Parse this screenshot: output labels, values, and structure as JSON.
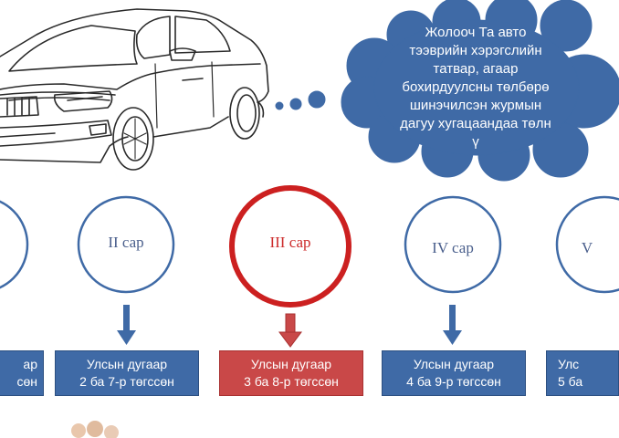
{
  "cloud": {
    "lines": [
      "Жолооч Та авто",
      "тээврийн хэрэгслийн",
      "татвар, агаар",
      "бохирдуулсны төлбөрө",
      "шинэчилсэн журмын",
      "дагуу хугацаандаа төлн",
      "ү"
    ]
  },
  "months": [
    {
      "label": "",
      "line1": "ар",
      "line2": "сөн",
      "active": false
    },
    {
      "label": "II сар",
      "line1": "Улсын дугаар",
      "line2": "2 ба 7-р төгссөн",
      "active": false
    },
    {
      "label": "III сар",
      "line1": "Улсын дугаар",
      "line2": "3 ба 8-р төгссөн",
      "active": true
    },
    {
      "label": "IV сар",
      "line1": "Улсын дугаар",
      "line2": "4 ба 9-р төгссөн",
      "active": false
    },
    {
      "label": "V",
      "line1": "Улс",
      "line2": "5 ба",
      "active": false
    }
  ],
  "colors": {
    "circle_border": "#3f6aa6",
    "active_circle_border": "#cc2020",
    "box_fill": "#3f6aa6",
    "active_box_fill": "#c94848",
    "cloud_fill": "#3f6aa6"
  }
}
